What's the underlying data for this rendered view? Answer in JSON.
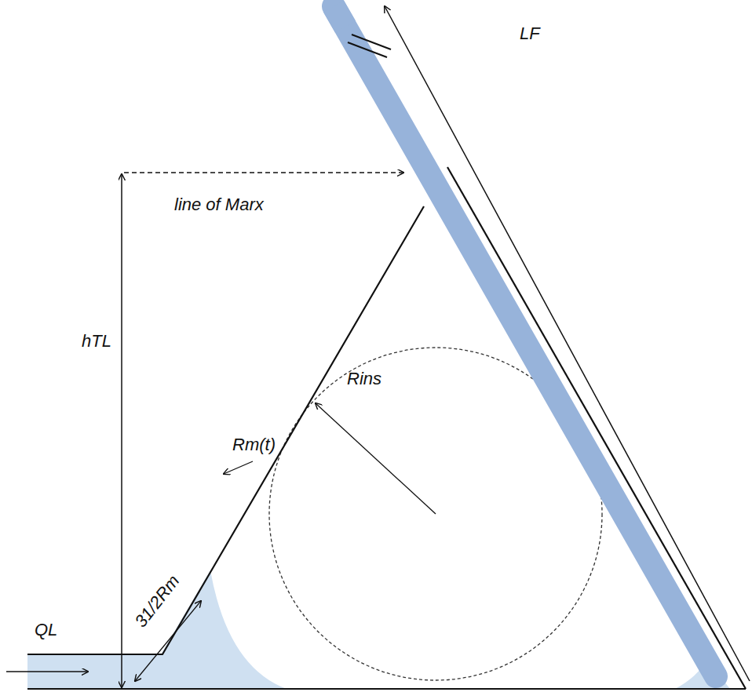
{
  "diagram": {
    "labels": [
      "LF",
      "line of Marx",
      "hTL",
      "Rins",
      "31/2Rm",
      "Rm(t)",
      "QL"
    ]
  }
}
